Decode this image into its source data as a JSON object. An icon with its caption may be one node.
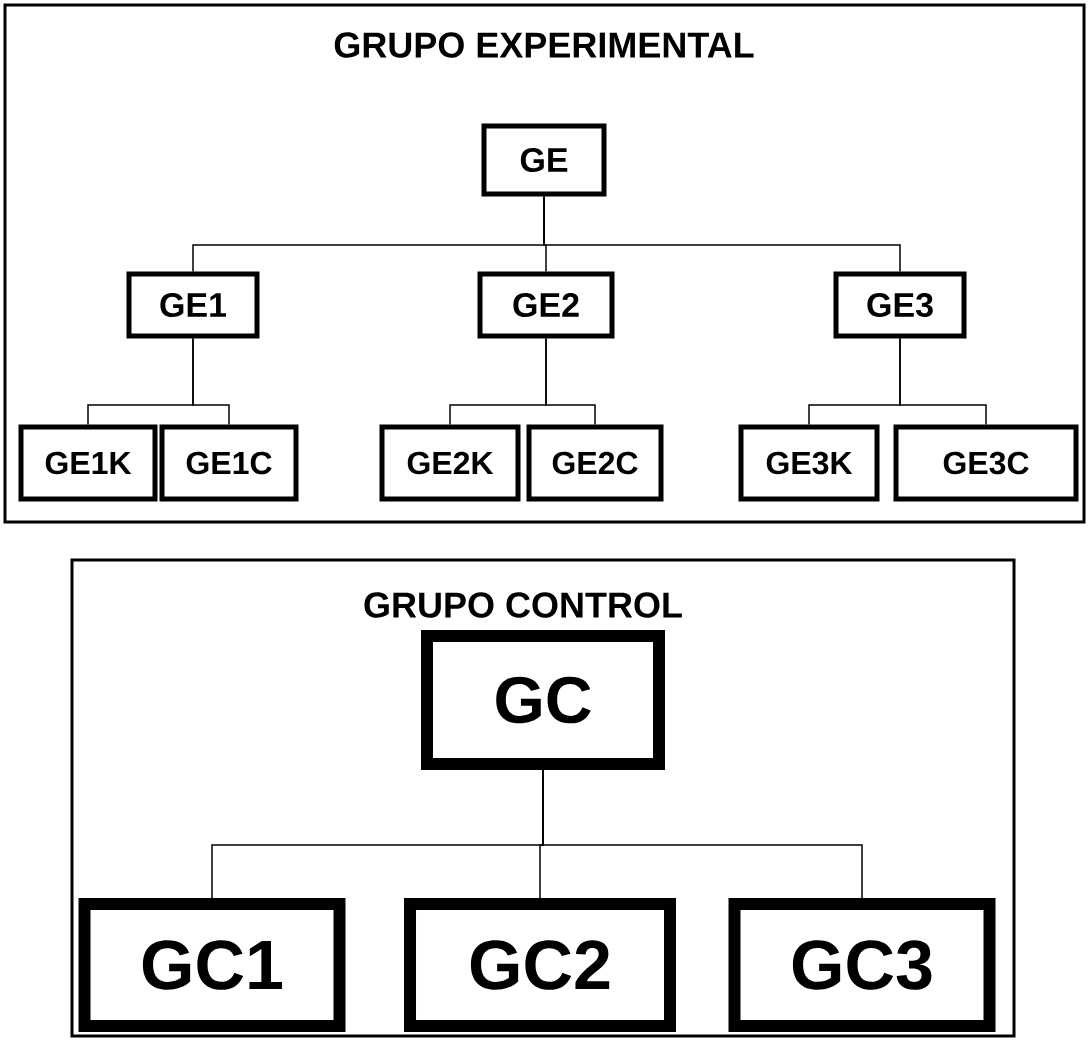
{
  "diagram": {
    "nodes": [
      {
        "text": [
          "GRUPO EXPERIMENTAL"
        ]
      },
      {
        "text": [
          "GE"
        ],
        "in": 0
      },
      {
        "text": [
          "GE1"
        ],
        "in": 0
      },
      {
        "text": [
          "GE2"
        ],
        "in": 0
      },
      {
        "text": [
          "GE3"
        ],
        "in": 0
      },
      {
        "text": [
          "GE1K"
        ],
        "in": 0
      },
      {
        "text": [
          "GE1C"
        ],
        "in": 0
      },
      {
        "text": [
          "GE2K"
        ],
        "in": 0
      },
      {
        "text": [
          "GE2C"
        ],
        "in": 0
      },
      {
        "text": [
          "GE3K"
        ],
        "in": 0
      },
      {
        "text": [
          "GE3C"
        ],
        "in": 0
      },
      {
        "text": [
          "GRUPO CONTROL"
        ]
      },
      {
        "text": [
          "GC"
        ],
        "in": 11
      },
      {
        "text": [
          "GC1"
        ],
        "in": 11
      },
      {
        "text": [
          "GC2"
        ],
        "in": 11
      },
      {
        "text": [
          "GC3"
        ],
        "in": 11
      }
    ],
    "edges": [
      {
        "from": 1,
        "to": 2,
        "arrow": "none"
      },
      {
        "from": 1,
        "to": 3,
        "arrow": "none"
      },
      {
        "from": 1,
        "to": 4,
        "arrow": "none"
      },
      {
        "from": 2,
        "to": 5,
        "arrow": "none"
      },
      {
        "from": 2,
        "to": 6,
        "arrow": "none"
      },
      {
        "from": 3,
        "to": 7,
        "arrow": "none"
      },
      {
        "from": 3,
        "to": 8,
        "arrow": "none"
      },
      {
        "from": 4,
        "to": 9,
        "arrow": "none"
      },
      {
        "from": 4,
        "to": 10,
        "arrow": "none"
      },
      {
        "from": 12,
        "to": 13,
        "arrow": "none"
      },
      {
        "from": 12,
        "to": 14,
        "arrow": "none"
      },
      {
        "from": 12,
        "to": 15,
        "arrow": "none"
      }
    ]
  }
}
